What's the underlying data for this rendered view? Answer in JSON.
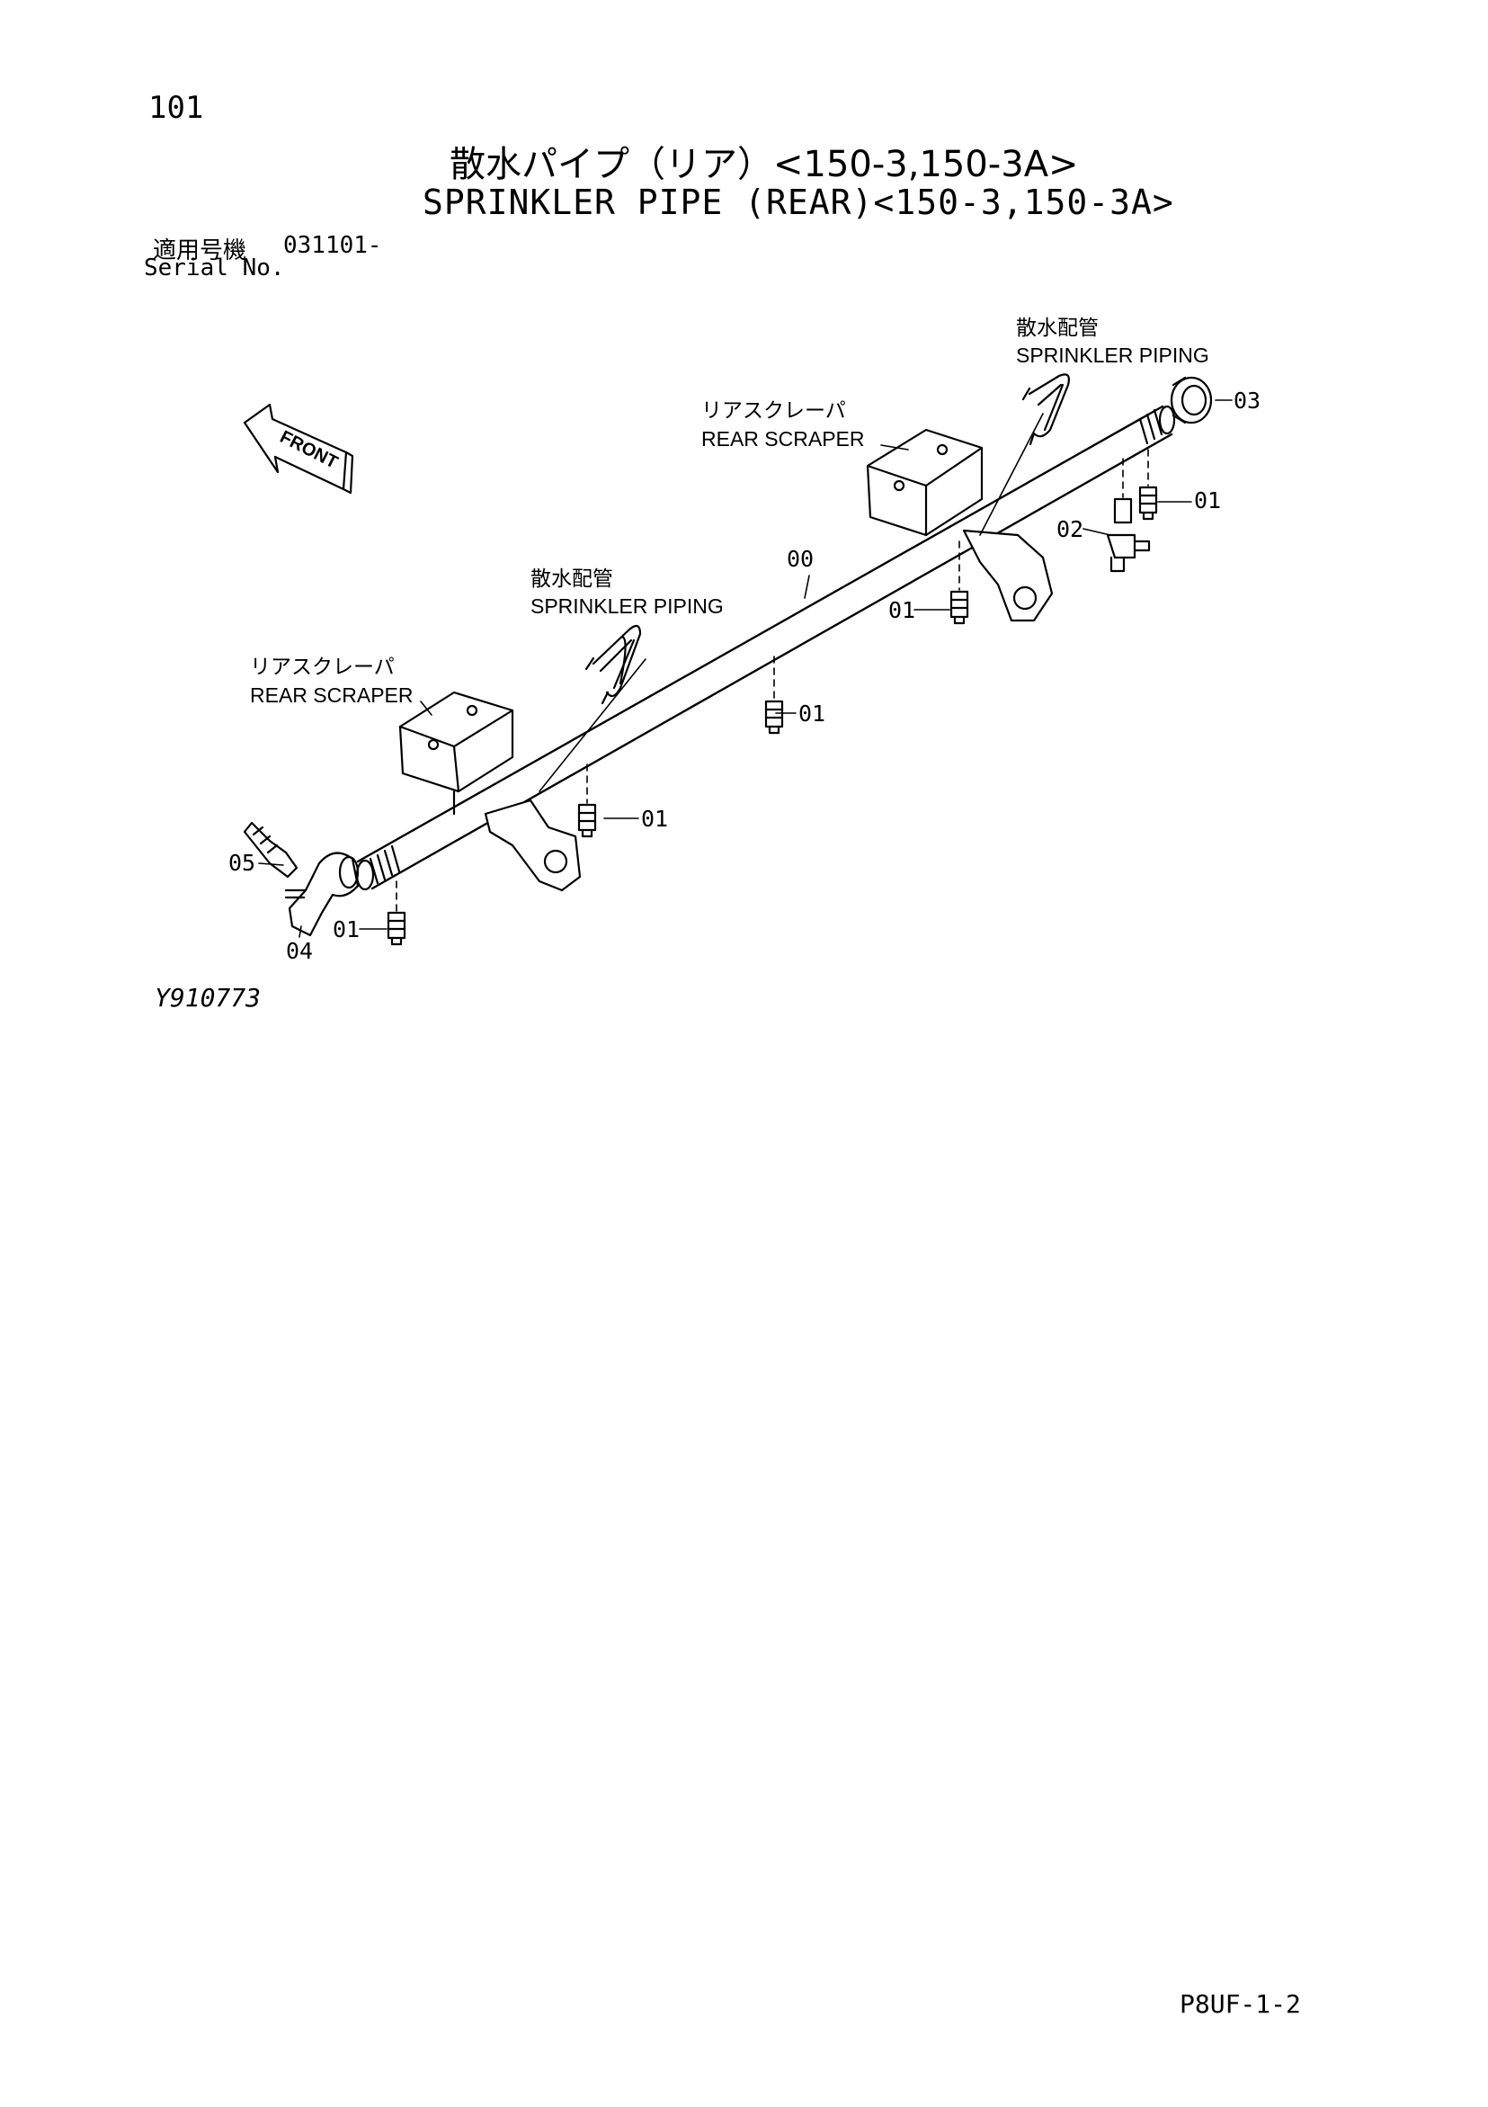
{
  "header": {
    "page_number": "101",
    "title_jp": "散水パイプ（リア）<150-3,150-3A>",
    "title_en": "SPRINKLER PIPE (REAR)<150-3,150-3A>",
    "serial_label_jp": "適用号機",
    "serial_value": "031101-",
    "serial_label_en": "Serial No."
  },
  "diagram": {
    "front_label": "FRONT",
    "callouts": [
      {
        "jp": "散水配管",
        "en": "SPRINKLER PIPING"
      },
      {
        "jp": "リアスクレーパ",
        "en": "REAR SCRAPER"
      },
      {
        "jp": "散水配管",
        "en": "SPRINKLER PIPING"
      },
      {
        "jp": "リアスクレーパ",
        "en": "REAR SCRAPER"
      }
    ],
    "part_numbers": [
      "03",
      "01",
      "02",
      "00",
      "01",
      "01",
      "01",
      "05",
      "04",
      "01"
    ]
  },
  "footer": {
    "figure_code": "Y910773",
    "page_code": "P8UF-1-2"
  }
}
